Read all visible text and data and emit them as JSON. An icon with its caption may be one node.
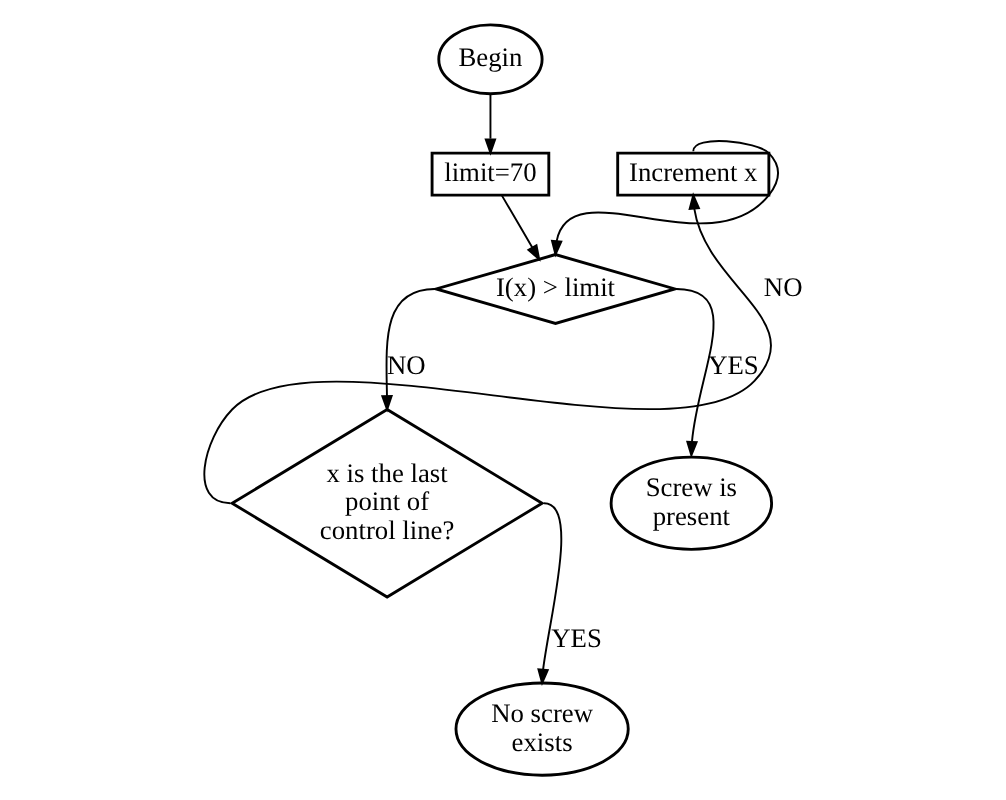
{
  "diagram": {
    "nodes": [
      {
        "text": [
          "Begin"
        ]
      },
      {
        "text": [
          "limit=70"
        ]
      },
      {
        "text": [
          "Increment x"
        ]
      },
      {
        "text": [
          "I(x) > limit"
        ]
      },
      {
        "text": [
          "Screw is present"
        ]
      },
      {
        "text": [
          "x is the last point of control line?"
        ]
      },
      {
        "text": [
          "No screw exists"
        ]
      }
    ],
    "edges": [
      {
        "from": 0,
        "to": 1,
        "arrow": "to"
      },
      {
        "from": 1,
        "to": 3,
        "arrow": "to"
      },
      {
        "from": 2,
        "to": 3,
        "arrow": "to"
      },
      {
        "from": 3,
        "to": 4,
        "arrow": "to",
        "label": "YES"
      },
      {
        "from": 3,
        "to": 5,
        "arrow": "to",
        "label": "NO"
      },
      {
        "from": 5,
        "to": 6,
        "arrow": "to",
        "label": "YES"
      },
      {
        "from": 5,
        "to": 2,
        "arrow": "to",
        "label": "NO"
      }
    ]
  }
}
